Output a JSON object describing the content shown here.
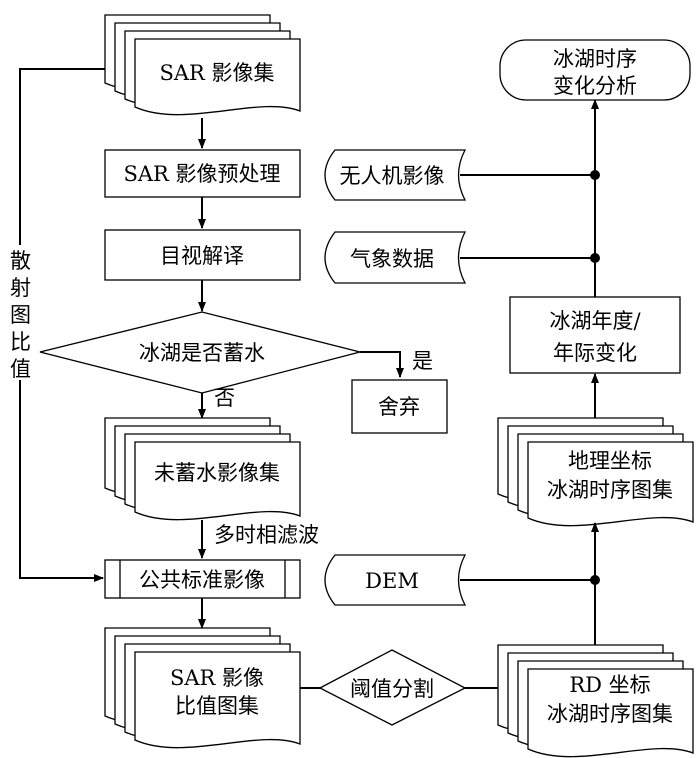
{
  "nodes": {
    "sar_set": "SAR 影像集",
    "preprocess": "SAR 影像预处理",
    "visual": "目视解译",
    "decision": "冰湖是否蓄水",
    "yes": "是",
    "no": "否",
    "discard": "舍弃",
    "unstored": "未蓄水影像集",
    "filter": "多时相滤波",
    "reference": "公共标准影像",
    "ratio_1": "SAR 影像",
    "ratio_2": "比值图集",
    "threshold": "阈值分割",
    "rd_1": "RD 坐标",
    "rd_2": "冰湖时序图集",
    "dem": "DEM",
    "geo_1": "地理坐标",
    "geo_2": "冰湖时序图集",
    "annual_1": "冰湖年度/",
    "annual_2": "年际变化",
    "uav": "无人机影像",
    "meteo": "气象数据",
    "final_1": "冰湖时序",
    "final_2": "变化分析",
    "side_label": [
      "散",
      "射",
      "图",
      "比",
      "值"
    ]
  }
}
